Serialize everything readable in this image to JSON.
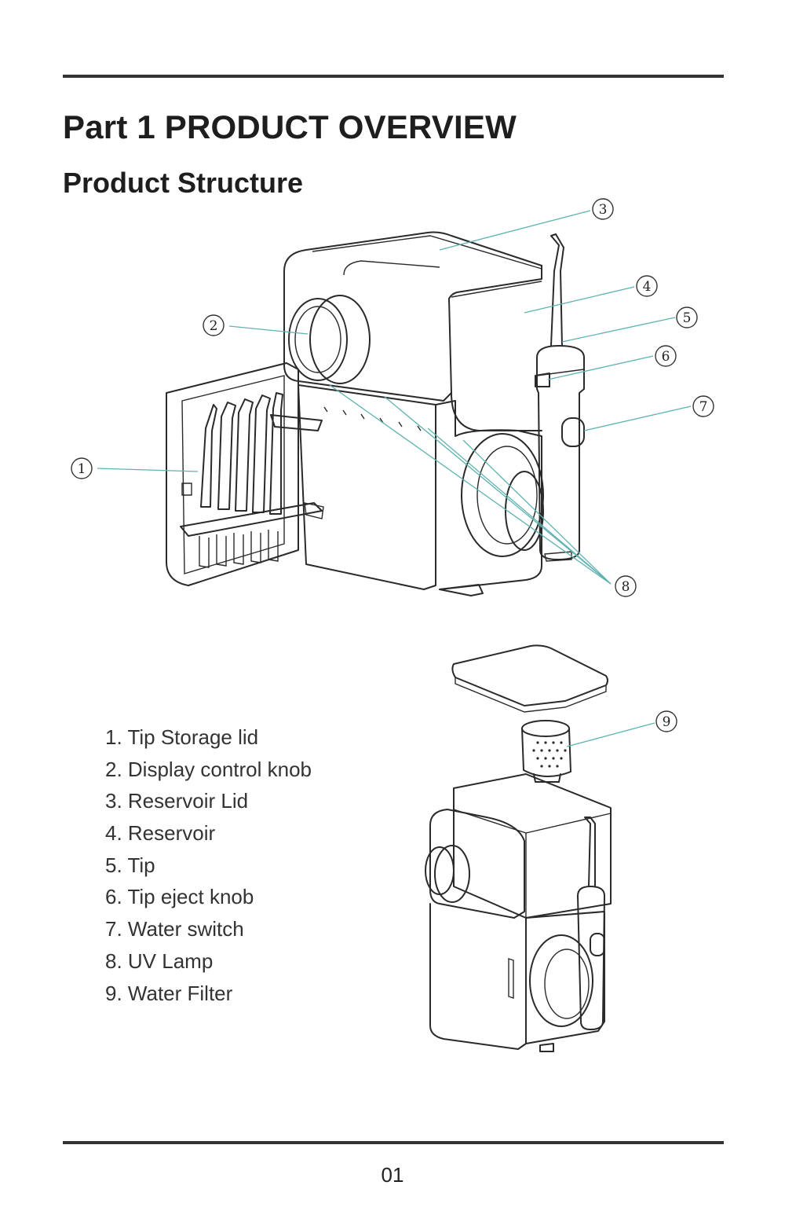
{
  "header": {
    "part_title": "Part 1  PRODUCT OVERVIEW",
    "section_title": "Product Structure"
  },
  "callouts": [
    "1",
    "2",
    "3",
    "4",
    "5",
    "6",
    "7",
    "8",
    "9"
  ],
  "parts_list": [
    "1. Tip Storage lid",
    "2. Display control knob",
    "3. Reservoir Lid",
    "4. Reservoir",
    "5. Tip",
    "6. Tip eject knob",
    "7. Water switch",
    "8. UV Lamp",
    "9. Water Filter"
  ],
  "footer": {
    "page_number": "01"
  },
  "colors": {
    "rule": "#333333",
    "leader_line": "#5fb3b0",
    "text": "#222222"
  }
}
